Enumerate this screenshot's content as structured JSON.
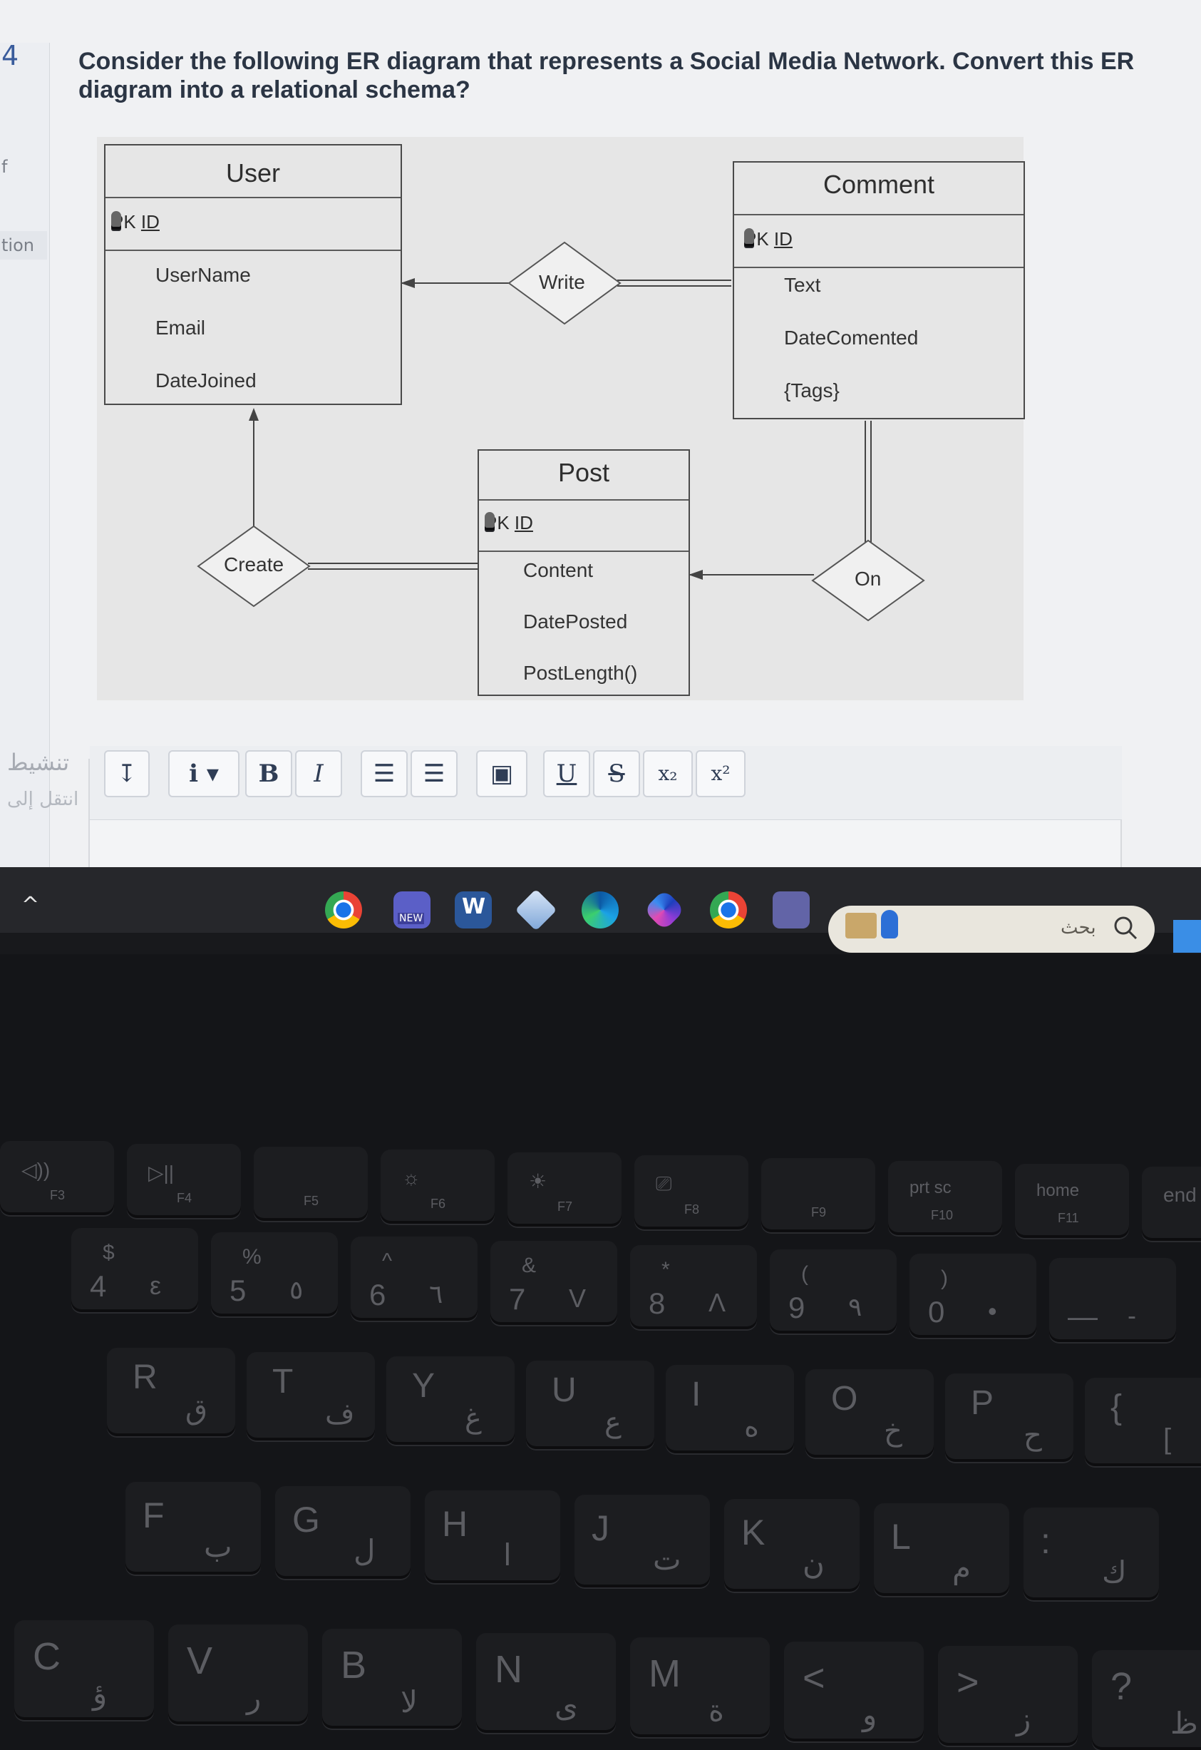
{
  "question": {
    "number": "4",
    "text": "Consider the following ER diagram that represents a Social Media Network. Convert this ER diagram into a relational schema?"
  },
  "left_rail": {
    "f": "f",
    "tion": "tion",
    "activate": "تنشيط",
    "goto": "انتقل إلى"
  },
  "diagram": {
    "user": {
      "title": "User",
      "pk": "ID",
      "pk_prefix": "PK",
      "attrs": [
        "UserName",
        "Email",
        "DateJoined"
      ]
    },
    "comment": {
      "title": "Comment",
      "pk": "ID",
      "pk_prefix": "PK",
      "attrs": [
        "Text",
        "DateComented",
        "{Tags}"
      ]
    },
    "post": {
      "title": "Post",
      "pk": "ID",
      "pk_prefix": "PK",
      "attrs": [
        "Content",
        "DatePosted",
        "PostLength()"
      ]
    },
    "relationships": {
      "write": "Write",
      "create": "Create",
      "on": "On"
    }
  },
  "toolbar": {
    "buttons": [
      {
        "name": "indent-button",
        "label": "↧"
      },
      {
        "name": "info-dropdown-button",
        "label": "i ▾"
      },
      {
        "name": "bold-button",
        "label": "B"
      },
      {
        "name": "italic-button",
        "label": "I"
      },
      {
        "name": "bullet-list-button",
        "label": "☰"
      },
      {
        "name": "numbered-list-button",
        "label": "☰"
      },
      {
        "name": "image-button",
        "label": "▣"
      },
      {
        "name": "underline-button",
        "label": "U"
      },
      {
        "name": "strikethrough-button",
        "label": "S"
      },
      {
        "name": "subscript-button",
        "label": "x₂"
      },
      {
        "name": "superscript-button",
        "label": "x²"
      }
    ]
  },
  "taskbar": {
    "search_placeholder": "بحث",
    "chevron": "^",
    "icons": [
      "chrome-icon",
      "teams-icon",
      "word-icon",
      "cube-app-icon",
      "edge-icon",
      "copilot-icon",
      "chrome-icon-2",
      "teams-icon-2"
    ],
    "teams_badge": "NEW",
    "word_letter": "W"
  },
  "keyboard": {
    "fn_row": [
      {
        "main": "◁))",
        "sub": "F3"
      },
      {
        "main": "▷||",
        "sub": "F4"
      },
      {
        "main": "",
        "sub": "F5"
      },
      {
        "main": "☼",
        "sub": "F6"
      },
      {
        "main": "☀",
        "sub": "F7"
      },
      {
        "main": "⎚",
        "sub": "F8"
      },
      {
        "main": "",
        "sub": "F9"
      },
      {
        "main": "prt sc",
        "sub": "F10"
      },
      {
        "main": "home",
        "sub": "F11"
      },
      {
        "main": "end",
        "sub": ""
      }
    ],
    "num_row": [
      {
        "top": "$",
        "main": "4",
        "ar": "ε"
      },
      {
        "top": "%",
        "main": "5",
        "ar": "٥"
      },
      {
        "top": "^",
        "main": "6",
        "ar": "٦"
      },
      {
        "top": "&",
        "main": "7",
        "ar": "V"
      },
      {
        "top": "*",
        "main": "8",
        "ar": "Λ"
      },
      {
        "top": "(",
        "main": "9",
        "ar": "٩"
      },
      {
        "top": ")",
        "main": "0",
        "ar": "•"
      },
      {
        "top": "",
        "main": "—",
        "ar": "-"
      }
    ],
    "qwerty_row": [
      {
        "main": "R",
        "ar": "ق"
      },
      {
        "main": "T",
        "ar": "ف"
      },
      {
        "main": "Y",
        "ar": "غ"
      },
      {
        "main": "U",
        "ar": "ع"
      },
      {
        "main": "I",
        "ar": "ه"
      },
      {
        "main": "O",
        "ar": "خ"
      },
      {
        "main": "P",
        "ar": "ح"
      },
      {
        "main": "{",
        "ar": "["
      }
    ],
    "home_row": [
      {
        "main": "F",
        "ar": "ب"
      },
      {
        "main": "G",
        "ar": "ل"
      },
      {
        "main": "H",
        "ar": "ا"
      },
      {
        "main": "J",
        "ar": "ت"
      },
      {
        "main": "K",
        "ar": "ن"
      },
      {
        "main": "L",
        "ar": "م"
      },
      {
        "main": ":",
        "ar": "ك"
      }
    ],
    "bottom_row": [
      {
        "main": "C",
        "ar": "ؤ"
      },
      {
        "main": "V",
        "ar": "ر"
      },
      {
        "main": "B",
        "ar": "لا"
      },
      {
        "main": "N",
        "ar": "ى"
      },
      {
        "main": "M",
        "ar": "ة"
      },
      {
        "main": "<",
        "ar": "و"
      },
      {
        "main": ">",
        "ar": "ز"
      },
      {
        "main": "?",
        "ar": "ظ"
      }
    ]
  }
}
